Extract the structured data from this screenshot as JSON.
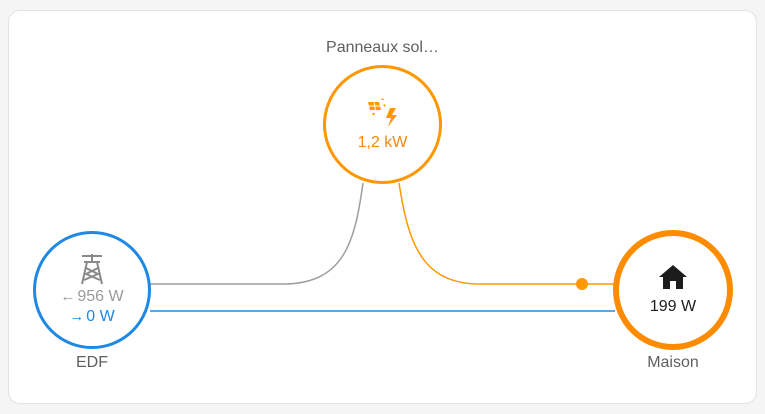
{
  "colors": {
    "solar": "#ff9800",
    "grid": "#1e88e5",
    "grid_consumption": "#9e9e9e",
    "home": "#ff8c00"
  },
  "solar": {
    "label": "Panneaux sol…",
    "value": "1,2 kW",
    "icon": "solar-power-icon"
  },
  "grid": {
    "label": "EDF",
    "consumption_value": "956 W",
    "return_value": "0 W",
    "consumption_arrow": "←",
    "return_arrow": "→",
    "icon": "transmission-tower-icon"
  },
  "home": {
    "label": "Maison",
    "value": "199 W",
    "icon": "home-icon"
  }
}
